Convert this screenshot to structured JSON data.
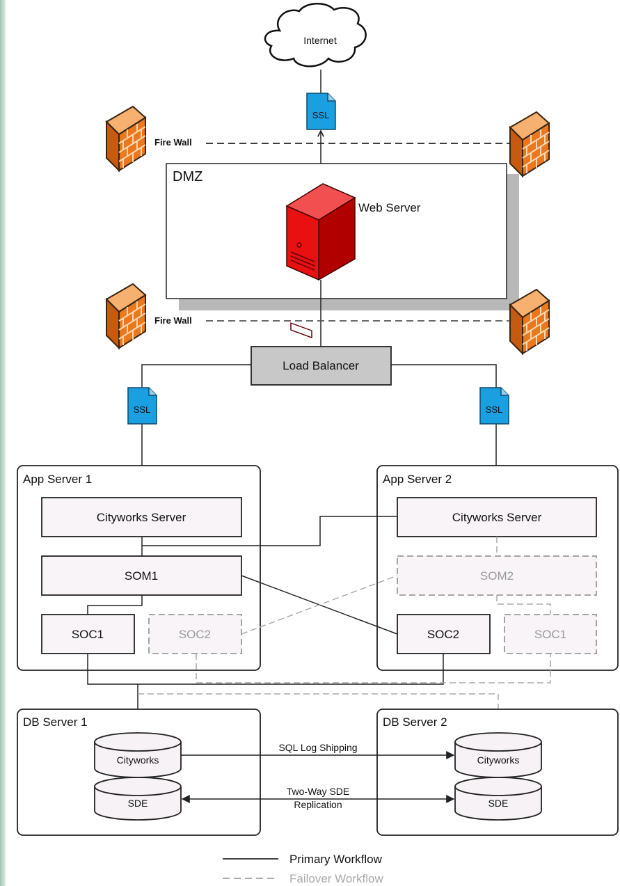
{
  "internet": {
    "label": "Internet"
  },
  "ssl": {
    "label": "SSL"
  },
  "firewall": {
    "label": "Fire Wall"
  },
  "dmz": {
    "label": "DMZ",
    "web_server_label": "Web Server"
  },
  "load_balancer": {
    "label": "Load Balancer"
  },
  "app_server_1": {
    "title": "App Server 1",
    "cityworks_server": "Cityworks Server",
    "som": "SOM1",
    "soc_active": "SOC1",
    "soc_failover": "SOC2"
  },
  "app_server_2": {
    "title": "App Server 2",
    "cityworks_server": "Cityworks Server",
    "som": "SOM2",
    "soc_active": "SOC2",
    "soc_failover": "SOC1"
  },
  "db_server_1": {
    "title": "DB Server 1",
    "db_cityworks": "Cityworks",
    "db_sde": "SDE"
  },
  "db_server_2": {
    "title": "DB Server 2",
    "db_cityworks": "Cityworks",
    "db_sde": "SDE"
  },
  "links": {
    "log_shipping": "SQL Log Shipping",
    "replication_line1": "Two-Way SDE",
    "replication_line2": "Replication"
  },
  "legend": {
    "primary": "Primary Workflow",
    "failover": "Failover Workflow"
  },
  "colors": {
    "primary_line": "#222222",
    "failover_line": "#aaaaaa",
    "ssl_doc": "#1a9fe0",
    "firewall": "#f08a30",
    "web_server": "#e01010",
    "load_balancer": "#c8c8c8",
    "box_fill": "#f8f4f8"
  }
}
